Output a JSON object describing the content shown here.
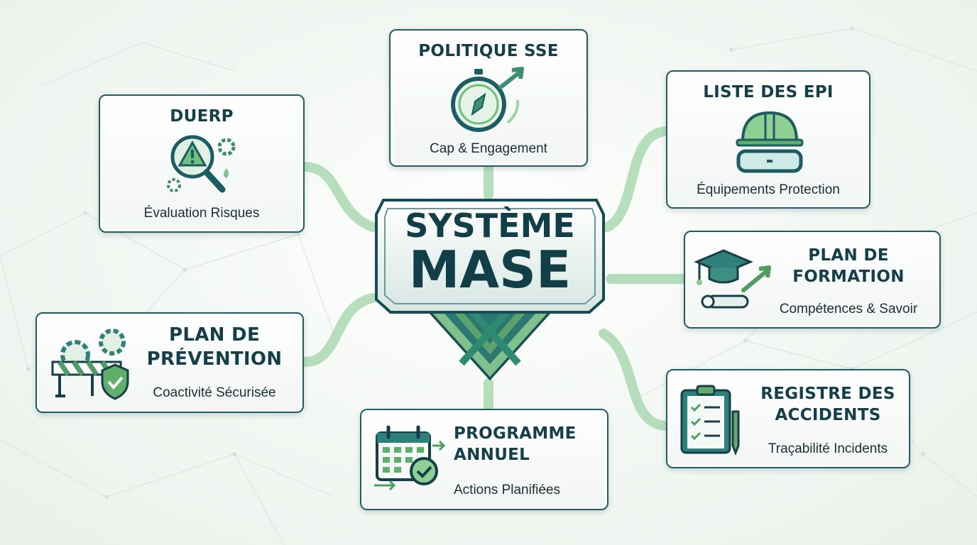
{
  "center": {
    "line1": "SYSTÈME",
    "line2": "MASE"
  },
  "nodes": {
    "duerp": {
      "title": "DUERP",
      "subtitle": "Évaluation Risques",
      "icon": "risk-magnifier-icon"
    },
    "politique": {
      "title": "POLITIQUE SSE",
      "subtitle": "Cap & Engagement",
      "icon": "compass-icon"
    },
    "epi": {
      "title": "LISTE DES EPI",
      "subtitle": "Équipements Protection",
      "icon": "helmet-goggles-icon"
    },
    "formation": {
      "title_line1": "PLAN DE",
      "title_line2": "FORMATION",
      "subtitle": "Compétences & Savoir",
      "icon": "graduation-cap-icon"
    },
    "prevention": {
      "title_line1": "PLAN DE",
      "title_line2": "PRÉVENTION",
      "subtitle": "Coactivité Sécurisée",
      "icon": "barrier-shield-icon"
    },
    "programme": {
      "title_line1": "PROGRAMME",
      "title_line2": "ANNUEL",
      "subtitle": "Actions Planifiées",
      "icon": "calendar-check-icon"
    },
    "registre": {
      "title_line1": "REGISTRE DES",
      "title_line2": "ACCIDENTS",
      "subtitle": "Traçabilité Incidents",
      "icon": "clipboard-checklist-icon"
    }
  },
  "colors": {
    "dark": "#143f4a",
    "green": "#5cab6e",
    "light_green": "#b8dfbe",
    "teal": "#2a7a78"
  }
}
